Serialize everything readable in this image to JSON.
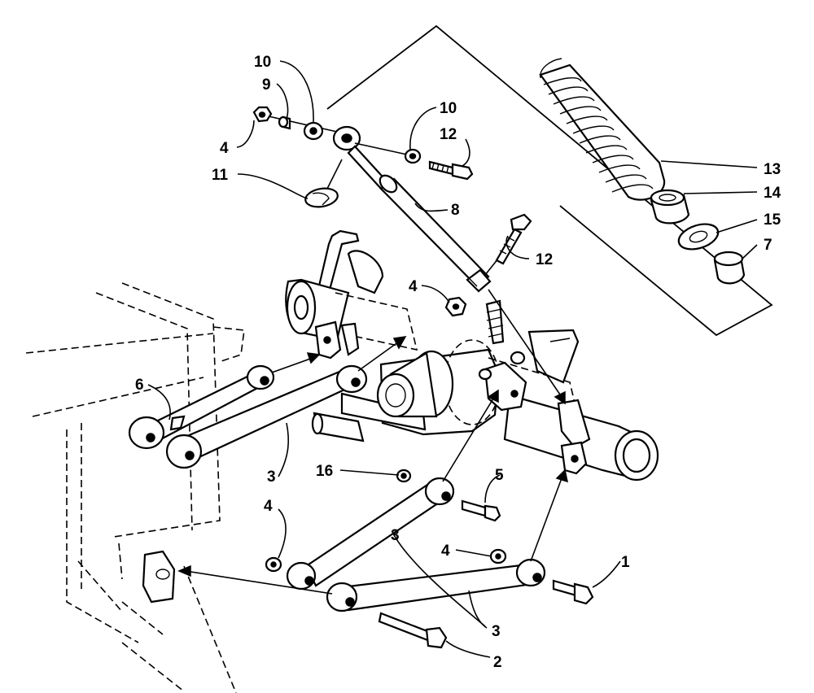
{
  "diagram": {
    "callouts": [
      "1",
      "2",
      "3",
      "3",
      "3",
      "4",
      "4",
      "4",
      "4",
      "5",
      "6",
      "7",
      "8",
      "9",
      "10",
      "10",
      "11",
      "12",
      "12",
      "13",
      "14",
      "15",
      "16"
    ]
  }
}
